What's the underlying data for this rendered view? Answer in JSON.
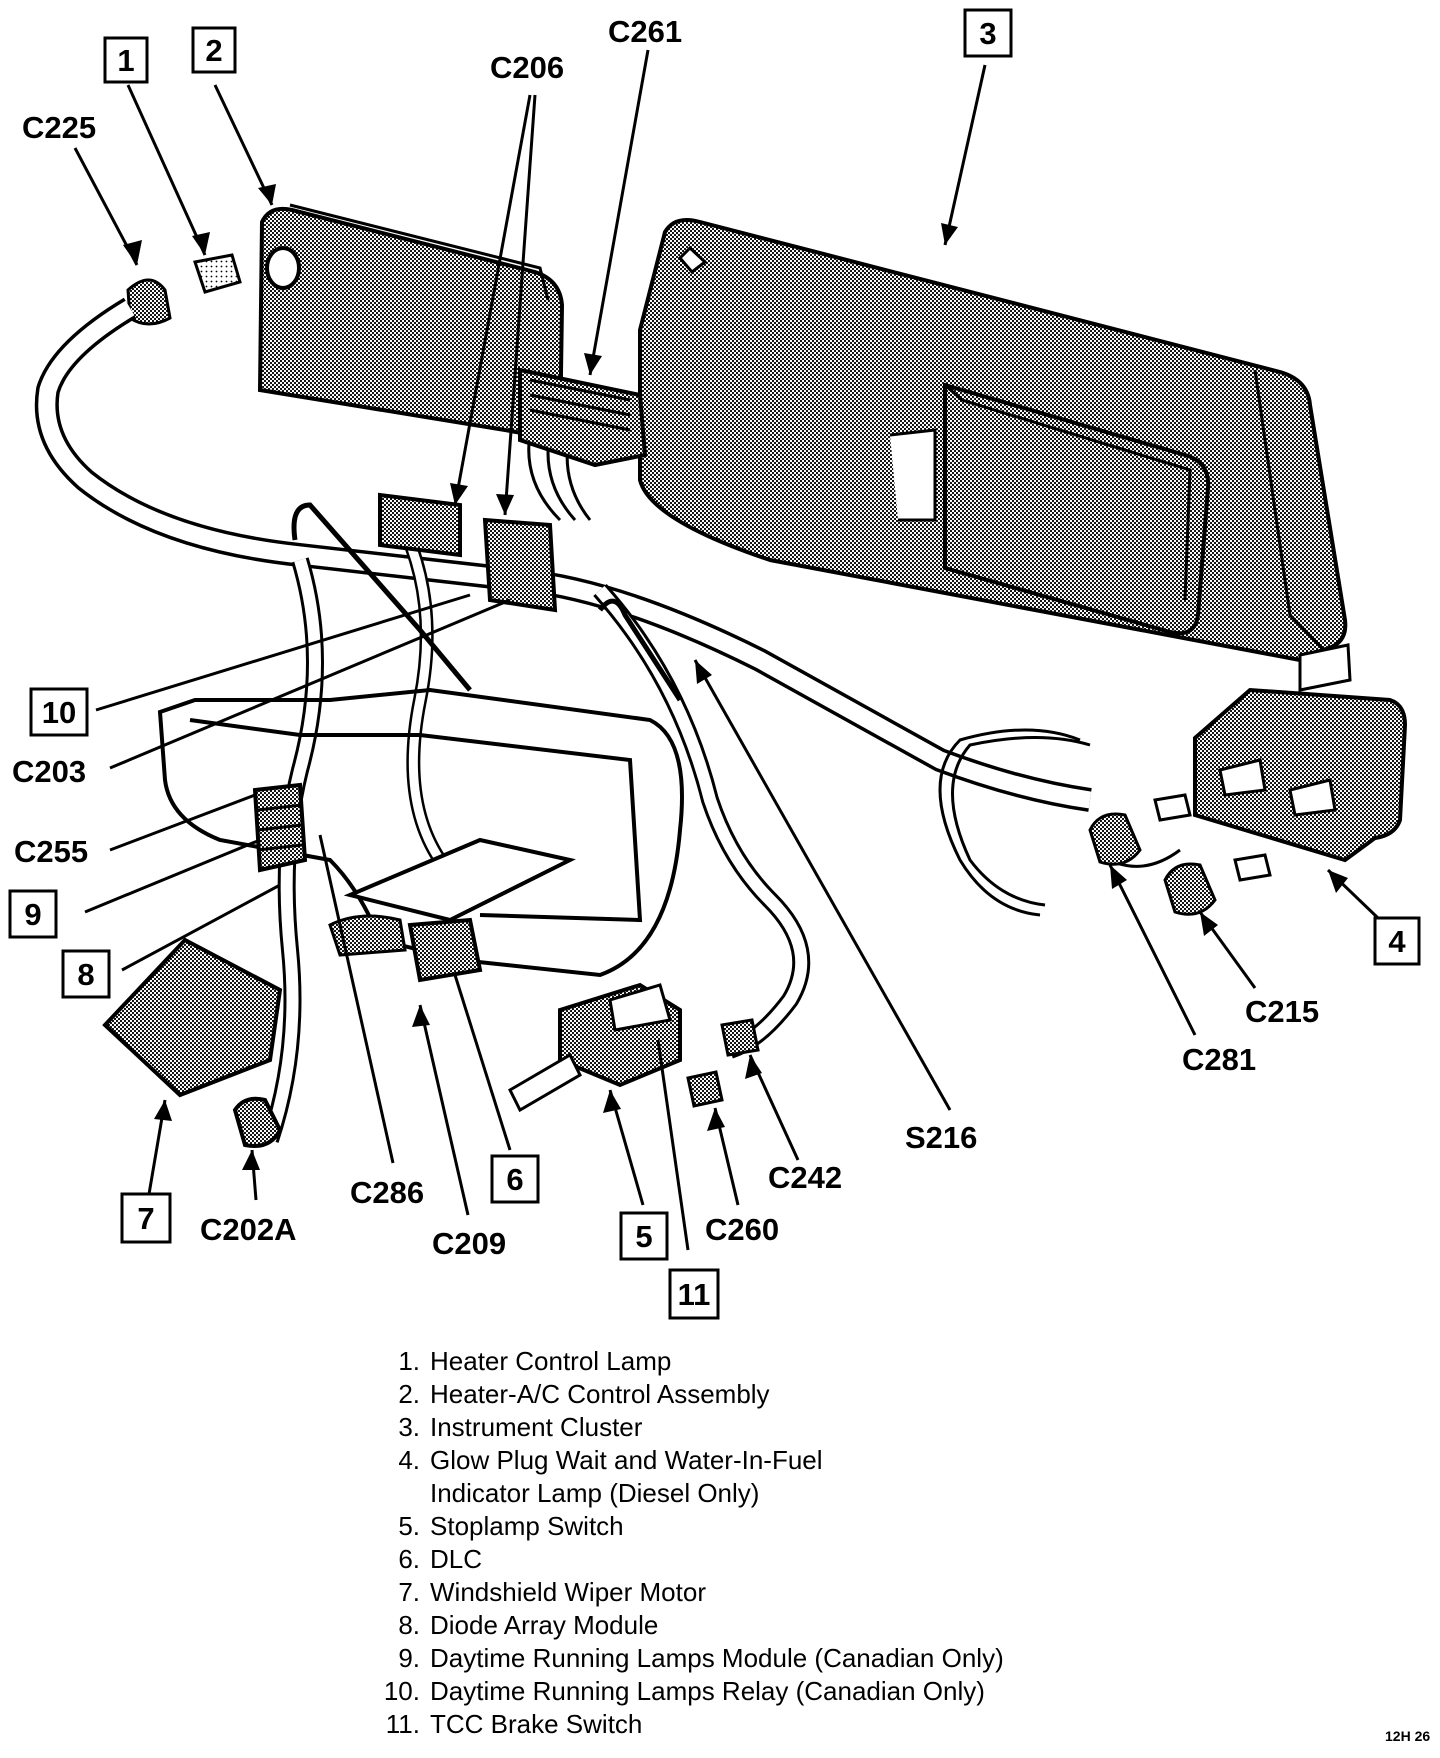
{
  "connectors": {
    "c225": "C225",
    "c206": "C206",
    "c261": "C261",
    "c203": "C203",
    "c255": "C255",
    "c215": "C215",
    "c281": "C281",
    "s216": "S216",
    "c242": "C242",
    "c260": "C260",
    "c286": "C286",
    "c209": "C209",
    "c202a": "C202A"
  },
  "callouts": {
    "n1": "1",
    "n2": "2",
    "n3": "3",
    "n4": "4",
    "n5": "5",
    "n6": "6",
    "n7": "7",
    "n8": "8",
    "n9": "9",
    "n10": "10",
    "n11": "11"
  },
  "legend": [
    {
      "num": "1.",
      "text": "Heater Control Lamp"
    },
    {
      "num": "2.",
      "text": "Heater-A/C Control Assembly"
    },
    {
      "num": "3.",
      "text": "Instrument Cluster"
    },
    {
      "num": "4.",
      "text": "Glow Plug Wait and Water-In-Fuel",
      "cont": "Indicator Lamp (Diesel Only)"
    },
    {
      "num": "5.",
      "text": "Stoplamp Switch"
    },
    {
      "num": "6.",
      "text": "DLC"
    },
    {
      "num": "7.",
      "text": "Windshield Wiper Motor"
    },
    {
      "num": "8.",
      "text": "Diode Array Module"
    },
    {
      "num": "9.",
      "text": "Daytime Running Lamps Module (Canadian Only)"
    },
    {
      "num": "10.",
      "text": "Daytime Running Lamps Relay (Canadian Only)"
    },
    {
      "num": "11.",
      "text": "TCC Brake Switch"
    }
  ],
  "figure_id": "12H 26",
  "colors": {
    "ink": "#000000",
    "shade": "#9a9a9a",
    "paper": "#ffffff"
  }
}
